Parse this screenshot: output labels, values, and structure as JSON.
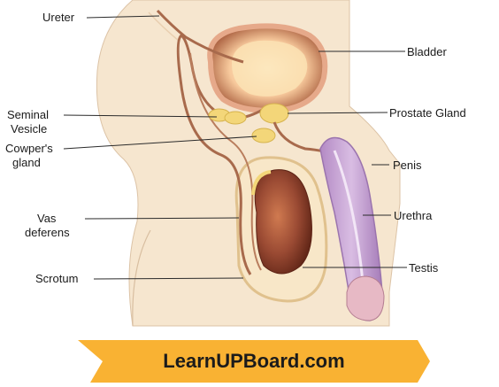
{
  "labels": {
    "ureter": "Ureter",
    "bladder": "Bladder",
    "seminal_vesicle": [
      "Seminal",
      "Vesicle"
    ],
    "prostate_gland": "Prostate Gland",
    "cowpers_gland": [
      "Cowper's",
      "gland"
    ],
    "penis": "Penis",
    "vas_deferens": [
      "Vas",
      "deferens"
    ],
    "urethra": "Urethra",
    "scrotum": "Scrotum",
    "testis": "Testis"
  },
  "banner": {
    "text": "LearnUPBoard.com"
  },
  "colors": {
    "skin": "#f6e6cf",
    "tube": "#a86a4c",
    "bladder_wall": "#e8b18e",
    "bladder_inner": "#fff2d8",
    "gland": "#f3d679",
    "penis": "#c9a4d6",
    "testis": "#9a4a33",
    "banner": "#f9b233"
  }
}
